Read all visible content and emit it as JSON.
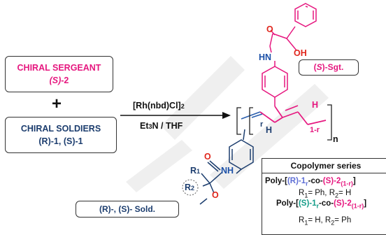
{
  "sergeant": {
    "line1": "CHIRAL SERGEANT",
    "line2_r": "(S)",
    "line2_t": "-2"
  },
  "soldiers": {
    "line1": "CHIRAL SOLDIERS",
    "l2a": "(R)",
    "l2b": "-1, ",
    "l2c": "(S)",
    "l2d": "-1"
  },
  "plus": "+",
  "conditions": {
    "catalyst": "[Rh(nbd)Cl]",
    "catalyst_sub": "2",
    "solvent": "Et",
    "solvent_sub": "3",
    "solvent_rest": "N / THF"
  },
  "sgt_tag": {
    "a": "(",
    "b": "S",
    "c": ")-Sgt."
  },
  "sold_tag": {
    "a": "(R)",
    "b": "-, ",
    "c": "(S)",
    "d": "- Sold."
  },
  "atoms": {
    "o1": "O",
    "oh": "OH",
    "hn_top": "HN",
    "h_vinyl": "H",
    "h_lower": "H",
    "nh_lower": "NH",
    "o2": "O",
    "o3": "O",
    "r1": "R",
    "r1_sub": "1",
    "r2": "R",
    "r2_sub": "2",
    "r_idx": "r",
    "one_minus_r": "1-r",
    "n_idx": "n"
  },
  "series": {
    "title": "Copolymer series",
    "f1": {
      "p1": "Poly-[",
      "p2": "(R)",
      "p3": "-1",
      "p4": "r",
      "p5": "-co-",
      "p6": "(S)",
      "p7": "-2",
      "p8": "(1-r)",
      "p9": "]"
    },
    "s1": {
      "a": "R",
      "b": "1",
      "c": "= Ph, R",
      "d": "2",
      "e": "= H"
    },
    "f2": {
      "p1": "Poly-[",
      "p2": "(S)",
      "p3": "-1",
      "p4": "r",
      "p5": "-co-",
      "p6": "(S)",
      "p7": "-2",
      "p8": "(1-r)",
      "p9": "]"
    },
    "s2": {
      "a": "R",
      "b": "1",
      "c": "= H, R",
      "d": "2",
      "e": "= Ph"
    }
  },
  "colors": {
    "sergeant": "#e6177f",
    "soldier": "#1c3d6e",
    "oxygen": "#e0261c",
    "nitrogen": "#1b50a8",
    "polymer_pink": "#e6177f",
    "polymer_blue": "#2b5fae",
    "r_purple": "#5f6fd6",
    "s_teal": "#149c88"
  }
}
